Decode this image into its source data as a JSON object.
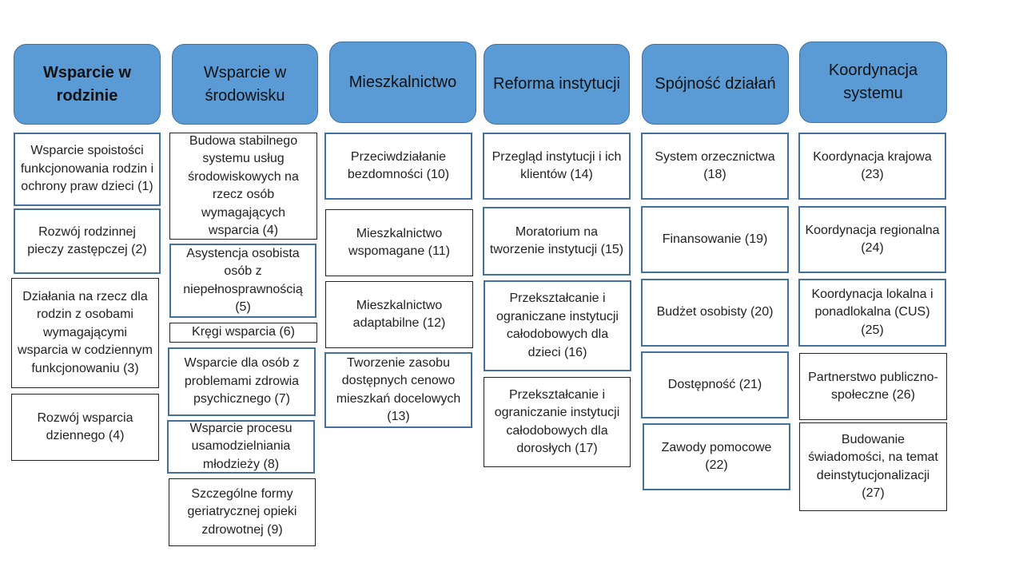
{
  "columns": [
    {
      "header": "Wsparcie w rodzinie",
      "items": [
        "Wsparcie spoistości funkcjonowania rodzin i ochrony praw dzieci (1)",
        "Rozwój rodzinnej pieczy zastępczej (2)",
        "Działania na rzecz dla rodzin z osobami wymagającymi wsparcia w codziennym funkcjonowaniu (3)",
        "Rozwój wsparcia dziennego (4)"
      ]
    },
    {
      "header": "Wsparcie w środowisku",
      "items": [
        "Budowa stabilnego systemu usług środowiskowych na rzecz osób wymagających wsparcia (4)",
        "Asystencja osobista osób z niepełnosprawnością (5)",
        "Kręgi wsparcia (6)",
        "Wsparcie dla osób z problemami zdrowia psychicznego (7)",
        "Wsparcie procesu usamodzielniania młodzieży (8)",
        "Szczególne formy geriatrycznej opieki zdrowotnej (9)"
      ]
    },
    {
      "header": "Mieszkalnictwo",
      "items": [
        "Przeciwdziałanie bezdomności (10)",
        "Mieszkalnictwo wspomagane (11)",
        "Mieszkalnictwo adaptabilne (12)",
        "Tworzenie zasobu dostępnych cenowo mieszkań docelowych (13)"
      ]
    },
    {
      "header": "Reforma instytucji",
      "items": [
        "Przegląd instytucji i ich klientów (14)",
        "Moratorium na tworzenie instytucji (15)",
        "Przekształcanie i ograniczane instytucji całodobowych dla dzieci (16)",
        "Przekształcanie i ograniczanie instytucji całodobowych dla dorosłych (17)"
      ]
    },
    {
      "header": "Spójność działań",
      "items": [
        "System orzecznictwa (18)",
        "Finansowanie (19)",
        "Budżet osobisty (20)",
        "Dostępność (21)",
        "Zawody pomocowe (22)"
      ]
    },
    {
      "header": "Koordynacja systemu",
      "items": [
        "Koordynacja krajowa (23)",
        "Koordynacja regionalna (24)",
        "Koordynacja lokalna i ponadlokalna (CUS)",
        "(25)",
        "Partnerstwo publiczno-społeczne (26)",
        "Budowanie świadomości, na temat deinstytucjonalizacji (27)"
      ]
    }
  ],
  "colors": {
    "header_fill": "#5b9bd5",
    "header_border": "#41719c",
    "box_border_blue": "#41719c",
    "box_border_dark": "#222222"
  }
}
